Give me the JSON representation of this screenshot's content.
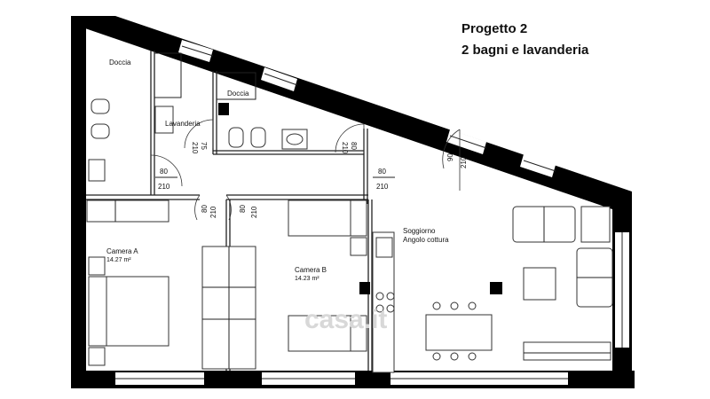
{
  "header": {
    "title": "Progetto 2",
    "subtitle": "2 bagni e lavanderia"
  },
  "rooms": {
    "doccia_1": "Doccia",
    "doccia_2": "Doccia",
    "lavanderia": "Lavanderia",
    "camera_a": "Camera A",
    "camera_a_area": "14.27 m²",
    "camera_b": "Camera B",
    "camera_b_area": "14.23 m²",
    "soggiorno": "Soggiorno",
    "angolo_cottura": "Angolo cottura"
  },
  "doors": {
    "lav_width": "75",
    "lav_height": "210",
    "bath_width": "80",
    "bath_height": "210",
    "corr_left_width": "80",
    "corr_left_height": "210",
    "corr_right_width": "80",
    "corr_right_height": "210",
    "soggiorno_width": "90",
    "soggiorno_height": "210",
    "cam_a_width": "80",
    "cam_a_height": "210",
    "cam_b_width": "80",
    "cam_b_height": "210"
  },
  "watermark": "casa.it"
}
